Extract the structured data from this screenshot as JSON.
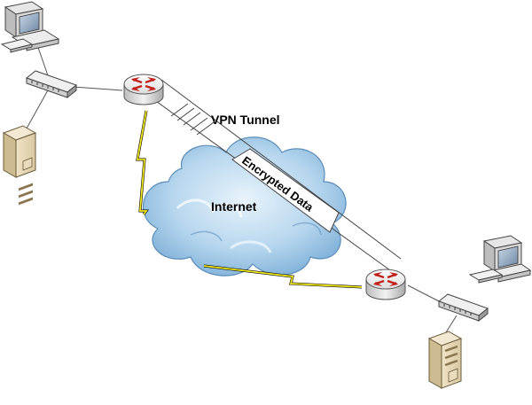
{
  "labels": {
    "vpn_tunnel": "VPN Tunnel",
    "internet": "Internet",
    "encrypted_data": "Encrypted Data"
  },
  "colors": {
    "cloud_fill": "#a9cde9",
    "cloud_stroke": "#5b8db8",
    "lightning": "#f2ea1a",
    "router_arrow": "#c0201c",
    "router_body": "#e8e8e8",
    "line": "#444444"
  },
  "icons": {
    "router": "router-icon",
    "switch": "switch-icon",
    "workstation": "workstation-icon",
    "server": "server-icon",
    "cloud": "cloud-icon",
    "lightning": "lightning-bolt-icon"
  }
}
